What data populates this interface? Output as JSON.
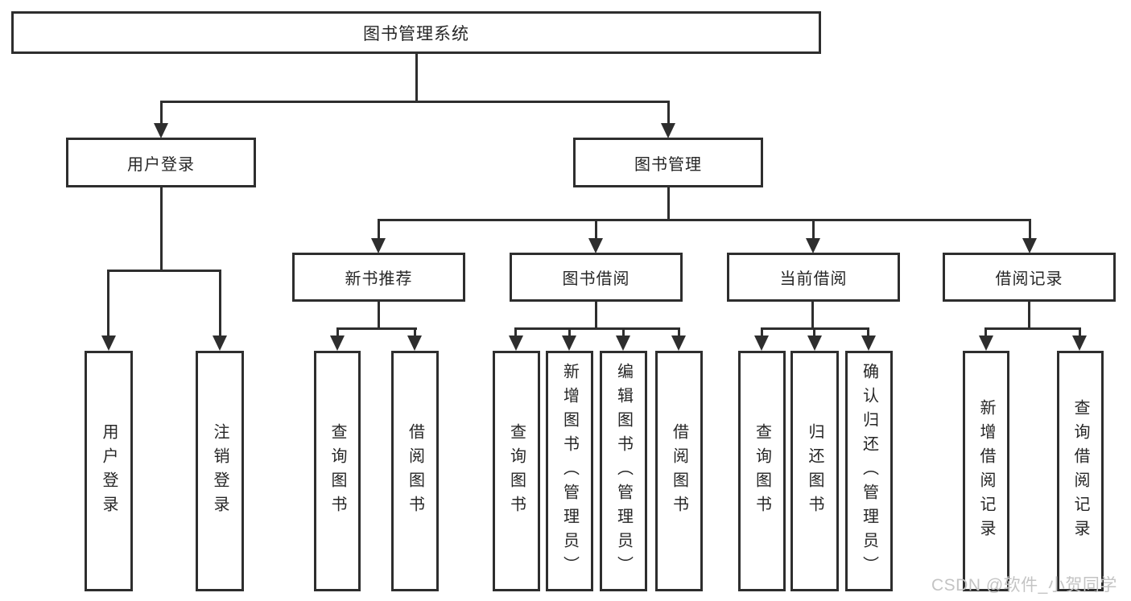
{
  "tree": {
    "root": "图书管理系统",
    "branches": [
      {
        "label": "用户登录",
        "children": [
          "用户登录",
          "注销登录"
        ]
      },
      {
        "label": "图书管理",
        "groups": [
          {
            "label": "新书推荐",
            "children": [
              "查询图书",
              "借阅图书"
            ]
          },
          {
            "label": "图书借阅",
            "children": [
              "查询图书",
              "新增图书（管理员）",
              "编辑图书（管理员）",
              "借阅图书"
            ]
          },
          {
            "label": "当前借阅",
            "children": [
              "查询图书",
              "归还图书",
              "确认归还（管理员）"
            ]
          },
          {
            "label": "借阅记录",
            "children": [
              "新增借阅记录",
              "查询借阅记录"
            ]
          }
        ]
      }
    ]
  },
  "watermark": {
    "text": "CSDN @软件_小贺同学"
  },
  "colors": {
    "line": "#2e2e2e",
    "box_border": "#2e2e2e",
    "text": "#262626",
    "watermark": "#c4c4c4",
    "background": "#ffffff"
  }
}
